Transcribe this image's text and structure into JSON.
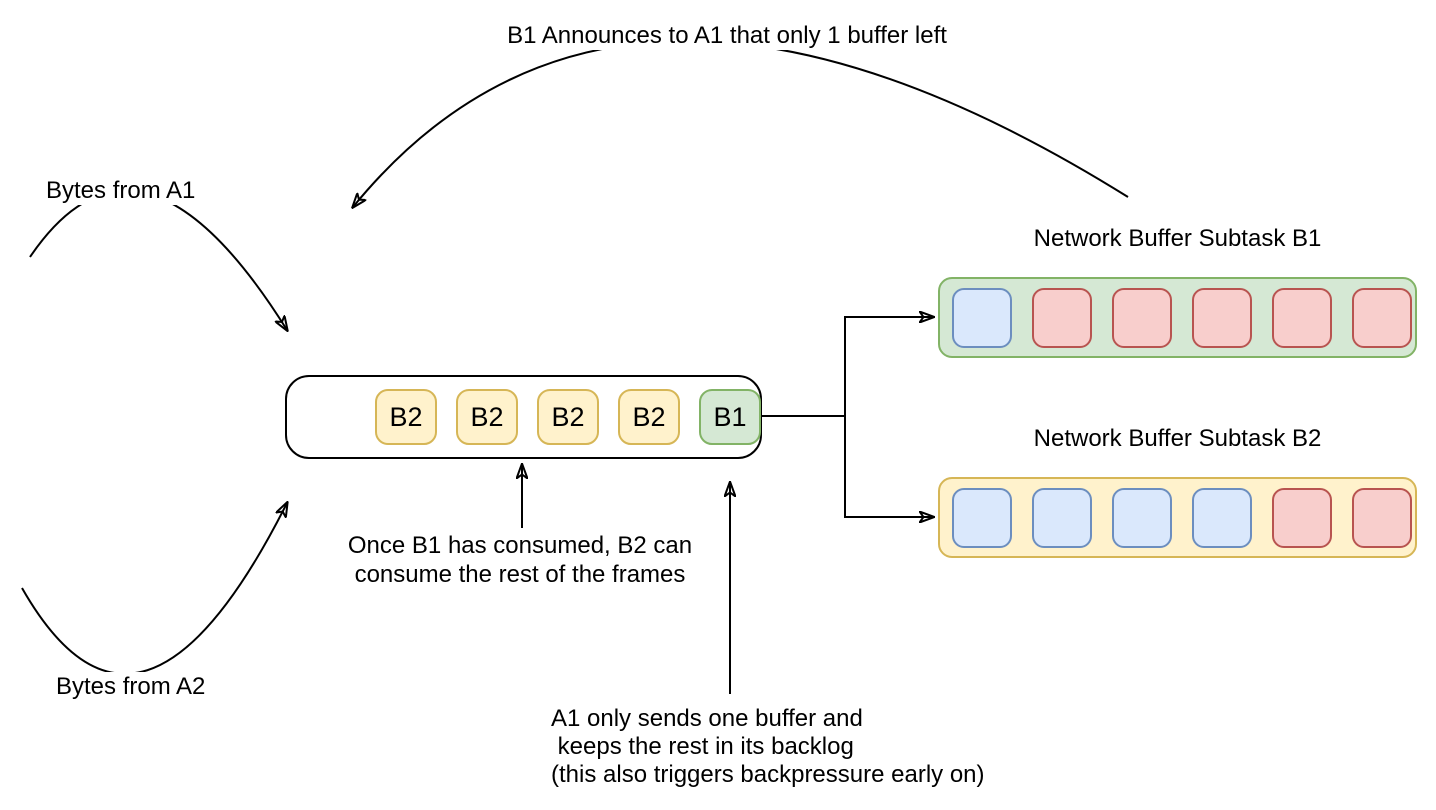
{
  "annotations": {
    "announce": "B1 Announces to A1 that only 1 buffer left",
    "bytes_from_a1": "Bytes from A1",
    "bytes_from_a2": "Bytes from A2",
    "once_consumed": {
      "line1": "Once B1 has consumed, B2 can",
      "line2": "consume the rest of the frames"
    },
    "backlog": {
      "line1": "A1 only sends one buffer and",
      "line2": " keeps the rest in its backlog",
      "line3": "(this also triggers backpressure early on)"
    }
  },
  "queue": {
    "cells": [
      {
        "label": "B2",
        "type": "yellow"
      },
      {
        "label": "B2",
        "type": "yellow"
      },
      {
        "label": "B2",
        "type": "yellow"
      },
      {
        "label": "B2",
        "type": "yellow"
      },
      {
        "label": "B1",
        "type": "green"
      }
    ]
  },
  "subtasks": [
    {
      "title": "Network Buffer Subtask B1",
      "container": "green",
      "cells": [
        "blue",
        "red",
        "red",
        "red",
        "red",
        "red"
      ]
    },
    {
      "title": "Network Buffer Subtask B2",
      "container": "yellow",
      "cells": [
        "blue",
        "blue",
        "blue",
        "blue",
        "red",
        "red"
      ]
    }
  ],
  "colors": {
    "yellow_fill": "#FFF2CC",
    "yellow_border": "#D6B656",
    "green_fill": "#D5E8D4",
    "green_border": "#82B366",
    "blue_fill": "#DAE8FC",
    "blue_border": "#6C8EBF",
    "red_fill": "#F8CECC",
    "red_border": "#B85450",
    "line": "#000000",
    "background": "#FFFFFF"
  }
}
